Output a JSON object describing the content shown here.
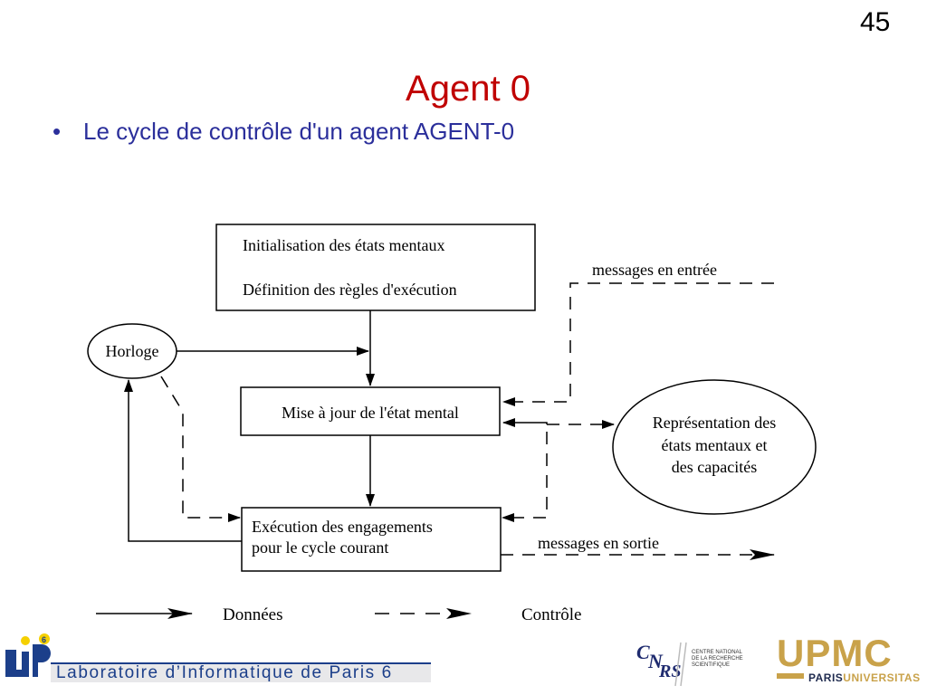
{
  "slide": {
    "number": "45",
    "title": "Agent 0",
    "bullet": "Le cycle de contrôle d'un agent AGENT-0"
  },
  "diagram": {
    "init_line1": "Initialisation des états mentaux",
    "init_line2": "Définition des règles d'exécution",
    "clock": "Horloge",
    "update": "Mise à jour de l'état mental",
    "exec_line1": "Exécution des engagements",
    "exec_line2": "pour le cycle courant",
    "repr_line1": "Représentation des",
    "repr_line2": "états mentaux et",
    "repr_line3": "des capacités",
    "msg_in": "messages en entrée",
    "msg_out": "messages en sortie",
    "legend_data": "Données",
    "legend_control": "Contrôle"
  },
  "footer": {
    "lip_logo": "LIP6",
    "lip_text": "Laboratoire d’Informatique de Paris 6",
    "cnrs_logo": "CNRS",
    "cnrs_line1": "CENTRE NATIONAL",
    "cnrs_line2": "DE LA RECHERCHE",
    "cnrs_line3": "SCIENTIFIQUE",
    "upmc_logo": "UPMC",
    "upmc_sub1": "PARIS",
    "upmc_sub2": "UNIVERSITAS"
  },
  "colors": {
    "title": "#c00000",
    "bullet": "#2b2f9b",
    "lip_blue": "#1c3f8a",
    "upmc_gold": "#c9a24a"
  }
}
